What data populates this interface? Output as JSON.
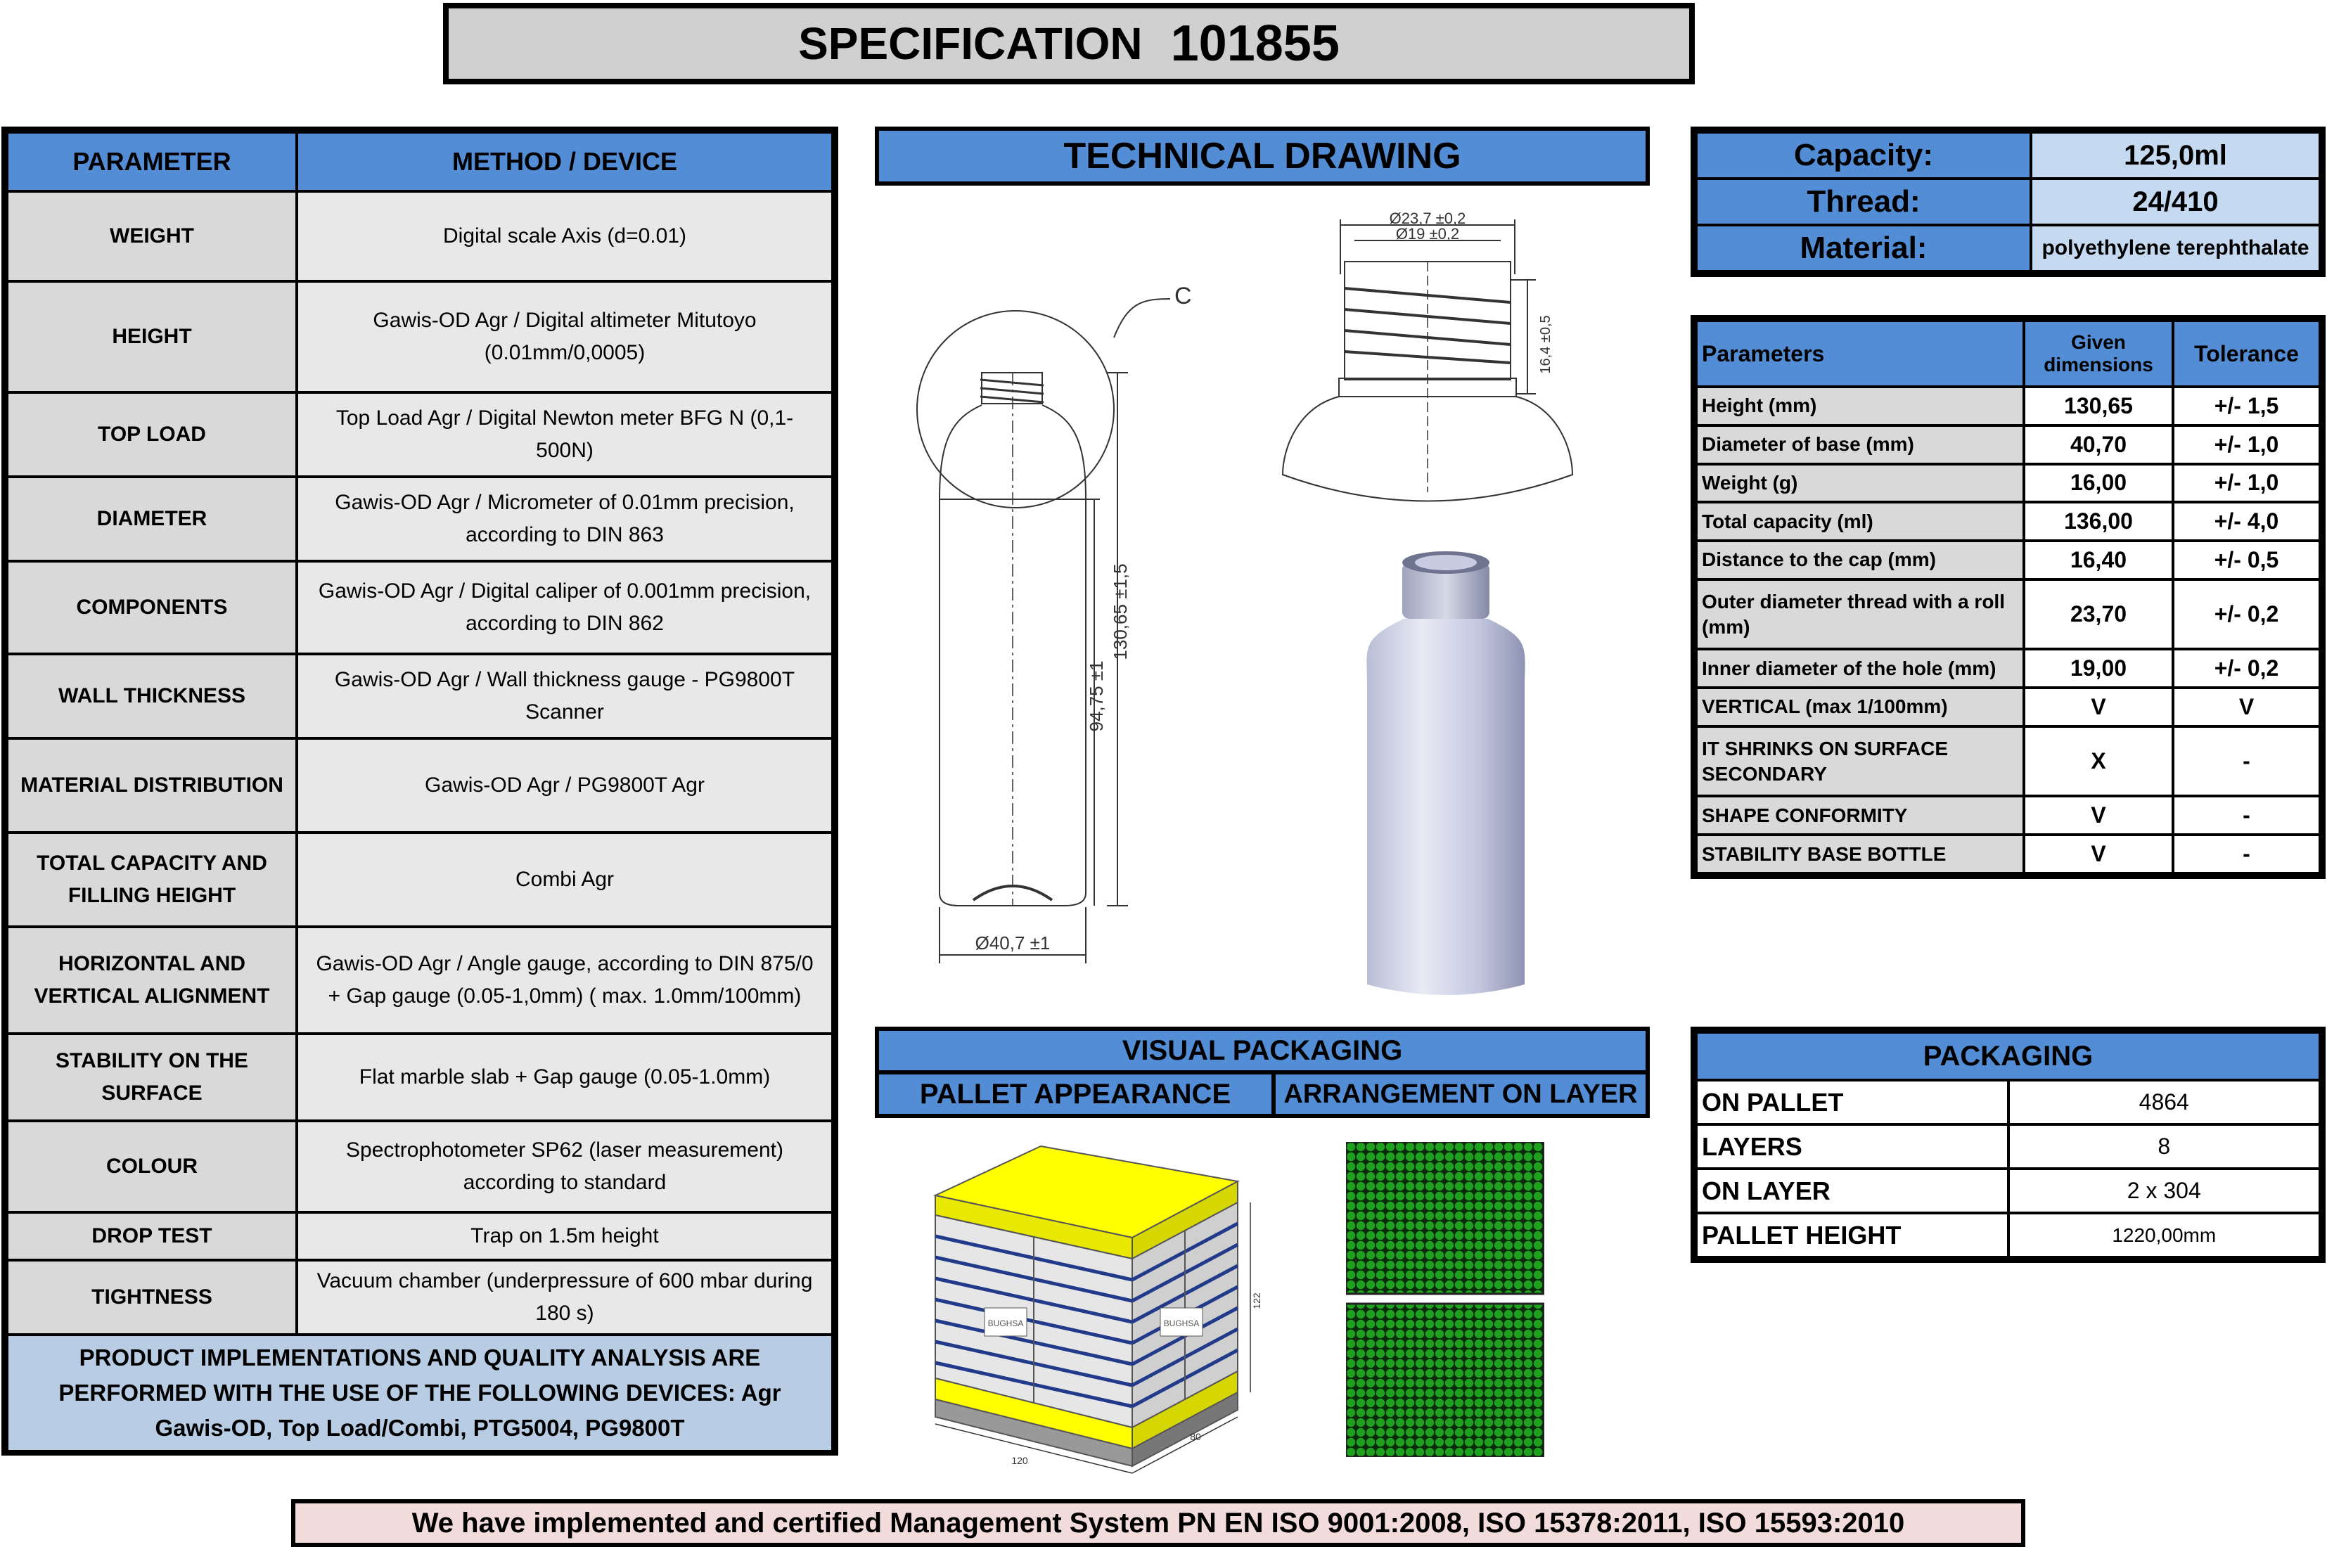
{
  "title": {
    "label": "SPECIFICATION",
    "number": "101855"
  },
  "params_table": {
    "header_parameter": "PARAMETER",
    "header_method": "METHOD / DEVICE",
    "rows": [
      {
        "parameter": "WEIGHT",
        "method": "Digital scale Axis (d=0.01)"
      },
      {
        "parameter": "HEIGHT",
        "method": "Gawis-OD Agr / Digital altimeter Mitutoyo (0.01mm/0,0005)"
      },
      {
        "parameter": "TOP LOAD",
        "method": "Top Load Agr / Digital Newton meter BFG N (0,1-500N)"
      },
      {
        "parameter": "DIAMETER",
        "method": "Gawis-OD Agr / Micrometer of 0.01mm precision, according to DIN 863"
      },
      {
        "parameter": "COMPONENTS",
        "method": "Gawis-OD Agr / Digital caliper of 0.001mm precision, according to DIN 862"
      },
      {
        "parameter": "WALL THICKNESS",
        "method": "Gawis-OD Agr / Wall thickness gauge  - PG9800T Scanner"
      },
      {
        "parameter": "MATERIAL DISTRIBUTION",
        "method": "Gawis-OD Agr / PG9800T Agr"
      },
      {
        "parameter": "TOTAL CAPACITY AND FILLING HEIGHT",
        "method": "Combi Agr"
      },
      {
        "parameter": "HORIZONTAL AND VERTICAL ALIGNMENT",
        "method": "Gawis-OD Agr / Angle gauge, according to DIN 875/0 + Gap gauge (0.05-1,0mm) ( max. 1.0mm/100mm)"
      },
      {
        "parameter": "STABILITY ON THE SURFACE",
        "method": "Flat marble slab + Gap gauge (0.05-1.0mm)"
      },
      {
        "parameter": "COLOUR",
        "method": "Spectrophotometer SP62 (laser measurement) according to standard"
      },
      {
        "parameter": "DROP TEST",
        "method": "Trap on 1.5m height"
      },
      {
        "parameter": "TIGHTNESS",
        "method": "Vacuum chamber (underpressure of 600 mbar during 180 s)"
      }
    ],
    "footer": "PRODUCT IMPLEMENTATIONS AND QUALITY ANALYSIS ARE PERFORMED WITH THE USE OF THE FOLLOWING DEVICES: Agr Gawis-OD, Top Load/Combi, PTG5004, PG9800T"
  },
  "technical_drawing": {
    "header": "TECHNICAL DRAWING",
    "detail_label": "C",
    "dim_outer_thread": "Ø23,7 ±0,2",
    "dim_inner_hole": "Ø19 ±0,2",
    "dim_cap_distance": "16,4 ±0,5",
    "dim_height": "130,65 ±1,5",
    "dim_shoulder": "94,75 ±1",
    "dim_base": "Ø40,7 ±1"
  },
  "spec_box": {
    "rows": [
      {
        "key": "Capacity:",
        "value": "125,0ml"
      },
      {
        "key": "Thread:",
        "value": "24/410"
      },
      {
        "key": "Material:",
        "value": "polyethylene terephthalate"
      }
    ]
  },
  "dimensions_table": {
    "header_parameters": "Parameters",
    "header_given": "Given dimensions",
    "header_tolerance": "Tolerance",
    "rows": [
      {
        "name": "Height (mm)",
        "given": "130,65",
        "tolerance": "+/- 1,5"
      },
      {
        "name": "Diameter of base (mm)",
        "given": "40,70",
        "tolerance": "+/- 1,0"
      },
      {
        "name": "Weight (g)",
        "given": "16,00",
        "tolerance": "+/- 1,0"
      },
      {
        "name": "Total capacity (ml)",
        "given": "136,00",
        "tolerance": "+/- 4,0"
      },
      {
        "name": "Distance to the cap (mm)",
        "given": "16,40",
        "tolerance": "+/- 0,5"
      },
      {
        "name": "Outer diameter thread with a roll (mm)",
        "given": "23,70",
        "tolerance": "+/- 0,2"
      },
      {
        "name": "Inner diameter of the hole (mm)",
        "given": "19,00",
        "tolerance": "+/- 0,2"
      },
      {
        "name": "VERTICAL (max 1/100mm)",
        "given": "V",
        "tolerance": "V"
      },
      {
        "name": "IT SHRINKS ON SURFACE SECONDARY",
        "given": "X",
        "tolerance": "-"
      },
      {
        "name": "SHAPE CONFORMITY",
        "given": "V",
        "tolerance": "-"
      },
      {
        "name": "STABILITY BASE BOTTLE",
        "given": "V",
        "tolerance": "-"
      }
    ]
  },
  "visual_packaging": {
    "header": "VISUAL PACKAGING",
    "pallet_appearance": "PALLET APPEARANCE",
    "arrangement_on_layer": "ARRANGEMENT ON LAYER",
    "pallet_dim_length": "120",
    "pallet_dim_width": "80",
    "pallet_dim_height": "122",
    "box_brand": "BUGHSA"
  },
  "packaging": {
    "header": "PACKAGING",
    "rows": [
      {
        "key": "ON PALLET",
        "value": "4864"
      },
      {
        "key": "LAYERS",
        "value": "8"
      },
      {
        "key": "ON LAYER",
        "value": "2 x 304"
      },
      {
        "key": "PALLET HEIGHT",
        "value": "1220,00mm"
      }
    ]
  },
  "footer": "We have implemented and certified Management System PN EN ISO 9001:2008, ISO 15378:2011, ISO 15593:2010",
  "colors": {
    "header_blue": "#538dd5",
    "light_blue": "#c5d9f1",
    "footer_pink": "#f2dcdb",
    "pallet_yellow": "#ffff00",
    "bottle_green": "#1fa01f"
  }
}
